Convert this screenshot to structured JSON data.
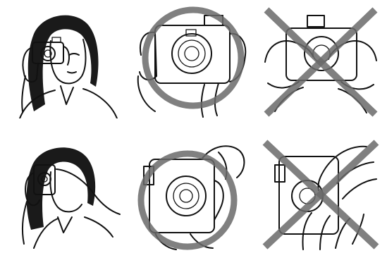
{
  "instruction_panels": [
    {
      "row": 1,
      "view": "person-holding-camera",
      "mark": "none"
    },
    {
      "row": 1,
      "view": "hands-correct-grip",
      "mark": "circle"
    },
    {
      "row": 1,
      "view": "hands-incorrect-grip",
      "mark": "cross"
    },
    {
      "row": 2,
      "view": "person-holding-camera-vertical",
      "mark": "none"
    },
    {
      "row": 2,
      "view": "hands-correct-grip-vertical",
      "mark": "circle"
    },
    {
      "row": 2,
      "view": "hands-incorrect-grip-vertical",
      "mark": "cross"
    }
  ],
  "colors": {
    "ink": "#111111",
    "mark": "#6a6a6a",
    "background": "#ffffff"
  }
}
